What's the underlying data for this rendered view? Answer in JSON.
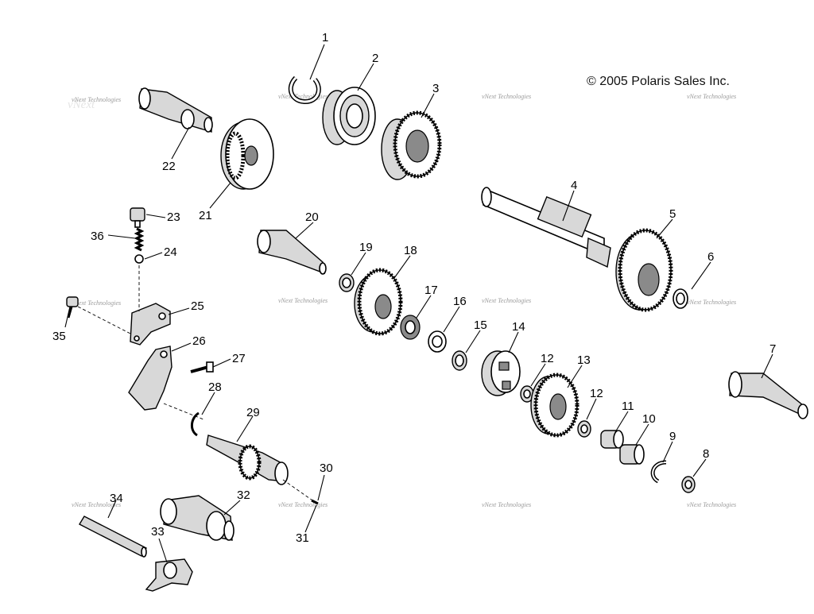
{
  "copyright": "© 2005 Polaris Sales Inc.",
  "watermark_text": "vNext Technologies",
  "callouts": [
    "1",
    "2",
    "3",
    "4",
    "5",
    "6",
    "7",
    "8",
    "9",
    "10",
    "11",
    "12",
    "12",
    "13",
    "14",
    "15",
    "16",
    "17",
    "18",
    "19",
    "20",
    "21",
    "22",
    "23",
    "24",
    "25",
    "26",
    "27",
    "28",
    "29",
    "30",
    "31",
    "32",
    "33",
    "34",
    "35",
    "36"
  ]
}
